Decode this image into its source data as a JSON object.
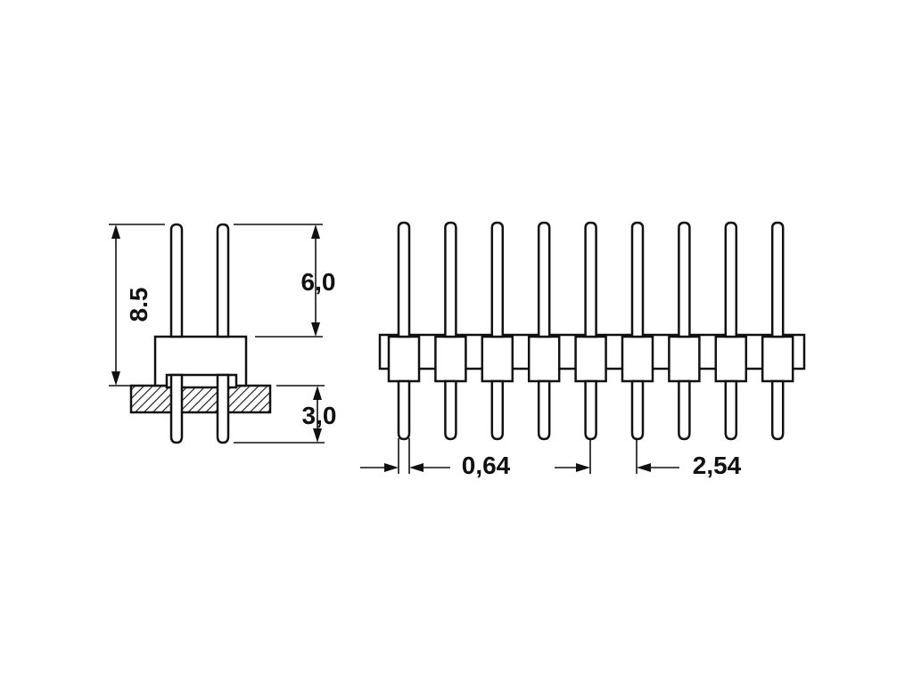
{
  "dimensions": {
    "total_height": "8.5",
    "pin_top_length": "6,0",
    "pin_bottom_length": "3,0",
    "pin_width": "0,64",
    "pitch": "2,54"
  },
  "side_view": {
    "pin_count": 2
  },
  "front_view": {
    "pin_count": 9
  },
  "colors": {
    "line": "#111111",
    "background": "#ffffff"
  }
}
